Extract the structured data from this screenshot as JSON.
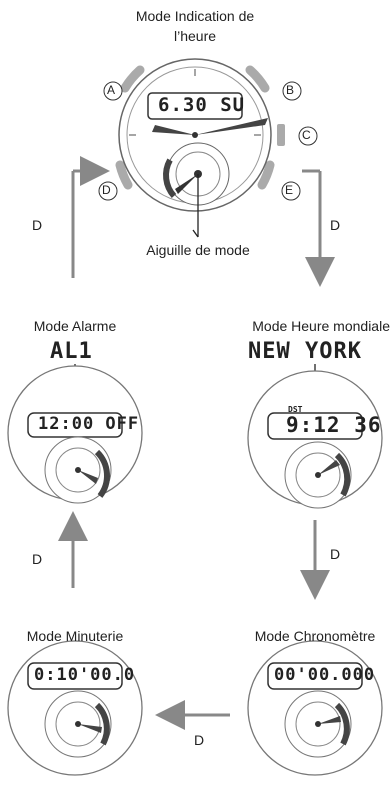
{
  "top": {
    "title_line1": "Mode Indication de",
    "title_line2": "l’heure",
    "display": "6.30 SU",
    "hand_label": "Aiguille de mode",
    "buttons": [
      "A",
      "B",
      "C",
      "D",
      "E"
    ]
  },
  "alarm": {
    "title": "Mode Alarme",
    "header": "AL1",
    "display": "12:00 OFF"
  },
  "world_time": {
    "title": "Mode Heure mondiale",
    "header": "NEW YORK",
    "dst": "DST",
    "display": "9:12 36"
  },
  "timer": {
    "title": "Mode Minuterie",
    "display": "0:10'00.0"
  },
  "stopwatch": {
    "title": "Mode Chronomètre",
    "display": "00'00.000"
  },
  "arrows": {
    "left": "D",
    "right": "D",
    "middle_right": "D",
    "middle_left": "D",
    "bottom": "D"
  }
}
